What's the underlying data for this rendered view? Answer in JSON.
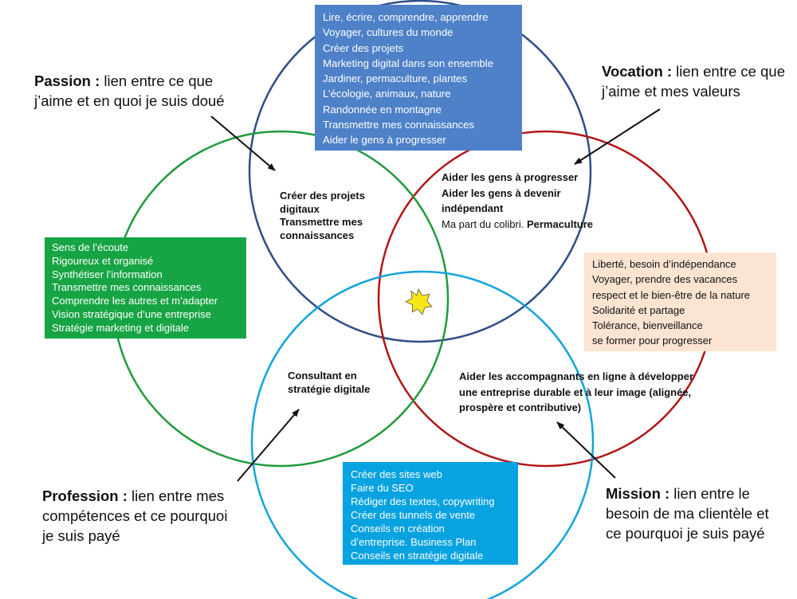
{
  "colors": {
    "blue_circle": "#2f4f8a",
    "red_circle": "#b01515",
    "green_circle": "#1f9a3c",
    "cyan_circle": "#13a4dc",
    "top_box": "#4e81c8",
    "left_box": "#17a444",
    "right_box": "#fbe4d2",
    "bottom_box": "#07a2e0",
    "star": "#f7e716"
  },
  "boxes": {
    "top": [
      "Lire, écrire, comprendre, apprendre",
      "Voyager, cultures du monde",
      "Créer des projets",
      "Marketing digital dans son ensemble",
      "Jardiner, permaculture, plantes",
      "L’écologie, animaux, nature",
      "Randonnée en montagne",
      "Transmettre mes connaissances",
      "Aider le gens à progresser"
    ],
    "left": [
      "Sens de l’écoute",
      "Rigoureux et organisé",
      "Synthétiser l’information",
      "Transmettre mes connaissances",
      "Comprendre les autres et m’adapter",
      "Vision stratégique d’une entreprise",
      "Stratégie marketing et digitale"
    ],
    "right": [
      "Liberté, besoin d’indépendance",
      "Voyager, prendre des vacances",
      "respect et le bien-être de la nature",
      "Solidarité et partage",
      "Tolérance, bienveillance",
      "se former pour progresser"
    ],
    "bottom": [
      "Créer des sites web",
      "Faire du SEO",
      "Rédiger des textes, copywriting",
      "Créer des tunnels de vente",
      "Conseils en création",
      "d’entreprise. Business Plan",
      "Conseils en stratégie digitale"
    ]
  },
  "intersections": {
    "passion": [
      "Créer des projets",
      "digitaux",
      "Transmettre mes",
      "connaissances"
    ],
    "vocation": [
      "Aider les gens à progresser",
      "Aider les gens à devenir",
      "indépendant"
    ],
    "vocation_extra_muted": "Ma part du colibri.",
    "vocation_extra_bold": " Permaculture",
    "profession": [
      "Consultant en",
      "stratégie digitale"
    ],
    "mission": [
      "Aider les accompagnants en ligne à développer",
      "une entreprise durable et à leur image (alignée,",
      "prospère et contributive)"
    ]
  },
  "callouts": {
    "passion": {
      "term": "Passion :",
      "line1": " lien entre ce que",
      "line2": "j’aime  et en quoi je suis doué"
    },
    "vocation": {
      "term": "Vocation :",
      "line1": " lien entre ce que",
      "line2": "j’aime  et mes valeurs"
    },
    "profession": {
      "term": "Profession :",
      "line1": " lien entre mes",
      "line2": "compétences et ce pourquoi",
      "line3": "je  suis payé"
    },
    "mission": {
      "term": "Mission :",
      "line1": " lien entre le",
      "line2": "besoin de ma clientèle et",
      "line3": "ce pourquoi je suis payé"
    }
  }
}
